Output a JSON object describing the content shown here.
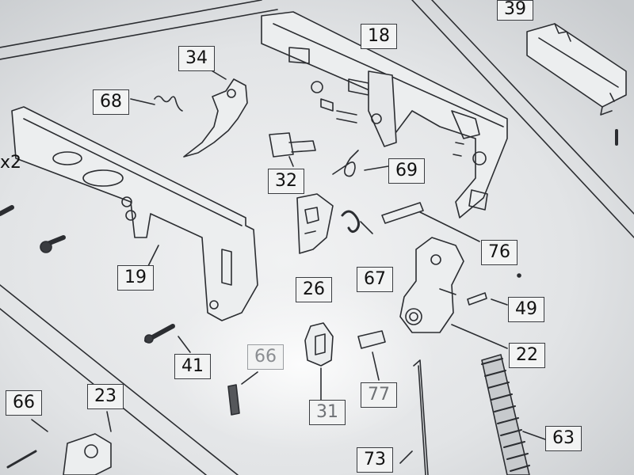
{
  "colors": {
    "paper": "#e6e8e9",
    "ink": "#2b2d31",
    "label_fill": "#f2f3f3"
  },
  "multiplier_text": "x2",
  "callouts": [
    {
      "id": "c39",
      "text": "39"
    },
    {
      "id": "c18",
      "text": "18"
    },
    {
      "id": "c34",
      "text": "34"
    },
    {
      "id": "c68",
      "text": "68"
    },
    {
      "id": "c32",
      "text": "32"
    },
    {
      "id": "c69",
      "text": "69"
    },
    {
      "id": "c76",
      "text": "76"
    },
    {
      "id": "c19",
      "text": "19"
    },
    {
      "id": "c26",
      "text": "26"
    },
    {
      "id": "c67",
      "text": "67"
    },
    {
      "id": "c49",
      "text": "49"
    },
    {
      "id": "c22",
      "text": "22"
    },
    {
      "id": "c41",
      "text": "41"
    },
    {
      "id": "c66a",
      "text": "66"
    },
    {
      "id": "c66b",
      "text": "66"
    },
    {
      "id": "c23",
      "text": "23"
    },
    {
      "id": "c31",
      "text": "31"
    },
    {
      "id": "c77",
      "text": "77"
    },
    {
      "id": "c63",
      "text": "63"
    },
    {
      "id": "c73",
      "text": "73"
    }
  ]
}
